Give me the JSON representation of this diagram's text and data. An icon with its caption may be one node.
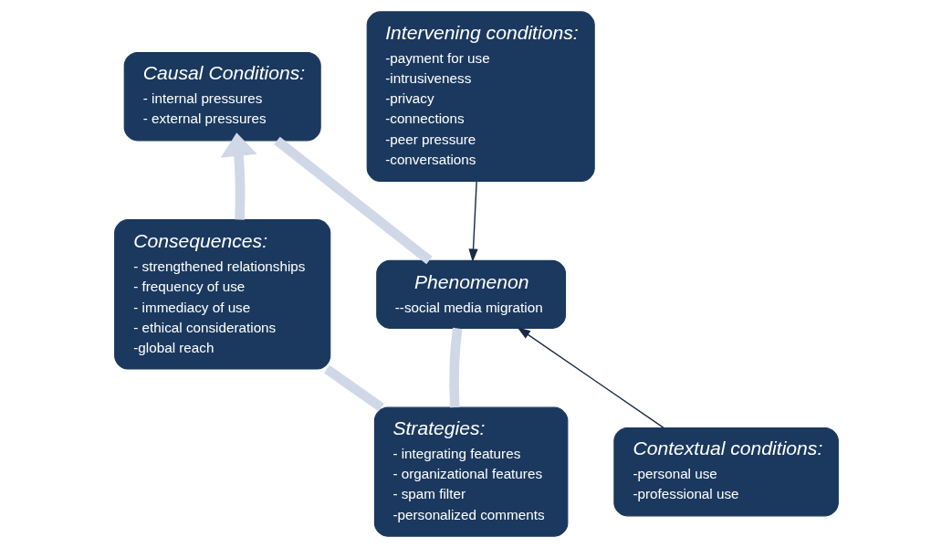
{
  "diagram": {
    "nodes": [
      {
        "text": [
          "Causal Conditions:",
          "- internal pressures",
          "- external pressures"
        ]
      },
      {
        "text": [
          "Intervening conditions:",
          "-payment for use",
          "-intrusiveness",
          "-privacy",
          "-connections",
          "-peer pressure",
          "-conversations"
        ]
      },
      {
        "text": [
          "Consequences:",
          "- strengthened relationships",
          "- frequency of use",
          "- immediacy of use",
          "- ethical considerations",
          "-global reach"
        ]
      },
      {
        "text": [
          "Phenomenon",
          "--social media migration"
        ]
      },
      {
        "text": [
          "Strategies:",
          "- integrating features",
          "- organizational features",
          "- spam filter",
          "-personalized comments"
        ]
      },
      {
        "text": [
          "Contextual conditions:",
          "-personal use",
          "-professional use"
        ]
      }
    ],
    "edges": [
      {
        "from": 0,
        "to": 3,
        "arrow": "none"
      },
      {
        "from": 3,
        "to": 4,
        "arrow": "none"
      },
      {
        "from": 4,
        "to": 2,
        "arrow": "none"
      },
      {
        "from": 2,
        "to": 0,
        "arrow": "to"
      },
      {
        "from": 1,
        "to": 3,
        "arrow": "to",
        "color": "#1b2a44"
      },
      {
        "from": 5,
        "to": 3,
        "arrow": "to",
        "color": "#1b2a44"
      }
    ]
  }
}
